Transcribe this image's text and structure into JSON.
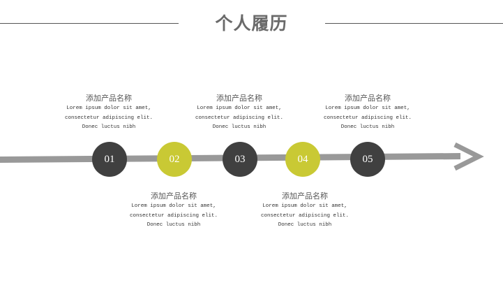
{
  "title": "个人履历",
  "colors": {
    "dark": "#404040",
    "accent": "#c9c934",
    "line": "#999999"
  },
  "steps": [
    {
      "num": "01",
      "heading": "添加产品名称",
      "lines": [
        "Lorem ipsum dolor sit amet,",
        "consectetur adipiscing elit.",
        "Donec luctus nibh"
      ]
    },
    {
      "num": "02",
      "heading": "添加产品名称",
      "lines": [
        "Lorem ipsum dolor sit amet,",
        "consectetur adipiscing elit.",
        "Donec luctus nibh"
      ]
    },
    {
      "num": "03",
      "heading": "添加产品名称",
      "lines": [
        "Lorem ipsum dolor sit amet,",
        "consectetur adipiscing elit.",
        "Donec luctus nibh"
      ]
    },
    {
      "num": "04",
      "heading": "添加产品名称",
      "lines": [
        "Lorem ipsum dolor sit amet,",
        "consectetur adipiscing elit.",
        "Donec luctus nibh"
      ]
    },
    {
      "num": "05",
      "heading": "添加产品名称",
      "lines": [
        "Lorem ipsum dolor sit amet,",
        "consectetur adipiscing elit.",
        "Donec luctus nibh"
      ]
    }
  ]
}
